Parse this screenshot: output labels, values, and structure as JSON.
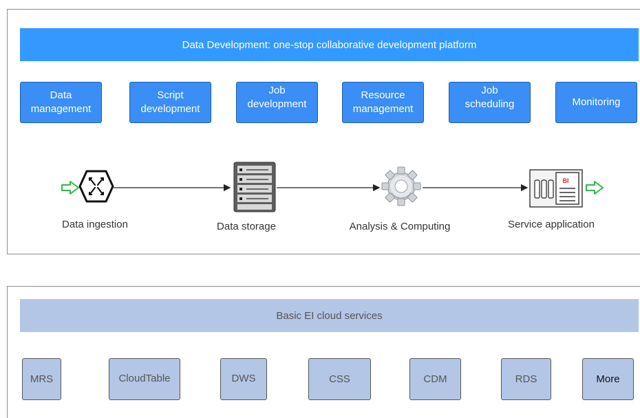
{
  "platform": {
    "title": "Data Development: one-stop collaborative development platform",
    "features": [
      {
        "label": "Data\nmanagement"
      },
      {
        "label": "Script\ndevelopment"
      },
      {
        "label": "Job\ndevelopment"
      },
      {
        "label": "Resource\nmanagement"
      },
      {
        "label": "Job\nscheduling"
      },
      {
        "label": "Monitoring"
      }
    ]
  },
  "pipeline": {
    "stages": [
      {
        "label": "Data ingestion",
        "icon": "ingestion-icon"
      },
      {
        "label": "Data storage",
        "icon": "server-icon"
      },
      {
        "label": "Analysis & Computing",
        "icon": "gear-icon"
      },
      {
        "label": "Service application",
        "icon": "bi-report-icon"
      }
    ],
    "bi_badge": "BI"
  },
  "cloud": {
    "title": "Basic EI cloud services",
    "services": [
      {
        "label": "MRS"
      },
      {
        "label": "CloudTable"
      },
      {
        "label": "DWS"
      },
      {
        "label": "CSS"
      },
      {
        "label": "CDM"
      },
      {
        "label": "RDS"
      },
      {
        "label": "More"
      }
    ]
  },
  "colors": {
    "banner_top": "#3399ff",
    "feature_box": "#3a8ef5",
    "banner_bottom": "#b3c6e6",
    "flow_arrow_green": "#2fb84a"
  }
}
